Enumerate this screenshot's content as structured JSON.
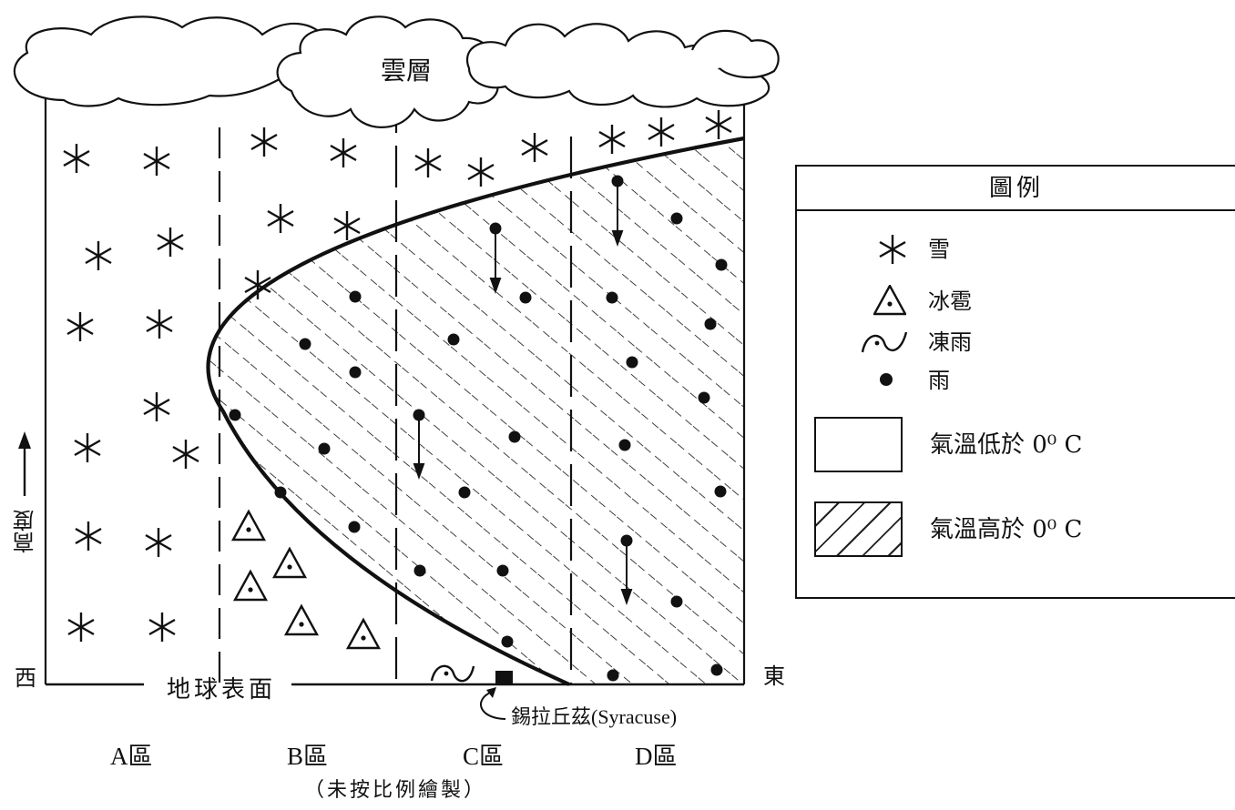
{
  "cloud_label": "雲層",
  "direction": {
    "west": "西",
    "east": "東"
  },
  "height_label": "高度",
  "ground_label": "地球表面",
  "city_label": "錫拉丘茲(Syracuse)",
  "zones": [
    "A區",
    "B區",
    "C區",
    "D區"
  ],
  "note": "（未按比例繪製）",
  "legend": {
    "title": "圖例",
    "items": [
      {
        "icon": "snow-asterisk-icon",
        "label": "雪"
      },
      {
        "icon": "hail-triangle-icon",
        "label": "冰雹"
      },
      {
        "icon": "freezing-rain-wave-icon",
        "label": "凍雨"
      },
      {
        "icon": "rain-dot-icon",
        "label": "雨"
      }
    ],
    "temperature": [
      {
        "fill": "blank",
        "label": "氣溫低於 0⁰ C"
      },
      {
        "fill": "dashed-hatch",
        "label": "氣溫高於 0⁰ C"
      }
    ]
  },
  "colors": {
    "ink": "#111111",
    "background": "#ffffff"
  }
}
